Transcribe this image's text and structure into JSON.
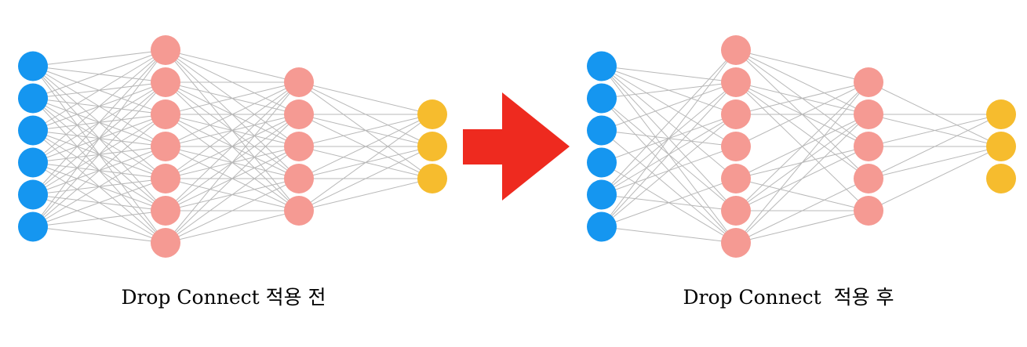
{
  "colors": {
    "input": "#1596f0",
    "hidden": "#f59a93",
    "output": "#f6bc2e",
    "edge": "#b8b8b8",
    "arrow": "#ee2a1f"
  },
  "layers": [
    {
      "role": "input",
      "nodes": 6
    },
    {
      "role": "hidden",
      "nodes": 7
    },
    {
      "role": "hidden",
      "nodes": 5
    },
    {
      "role": "output",
      "nodes": 3
    }
  ],
  "networks": [
    {
      "id": "before",
      "caption": "Drop Connect 적용 전",
      "connectivity": "full"
    },
    {
      "id": "after",
      "caption": "Drop Connect  적용 후",
      "connectivity": "partial"
    }
  ],
  "arrow": {
    "icon": "right-arrow-icon"
  }
}
